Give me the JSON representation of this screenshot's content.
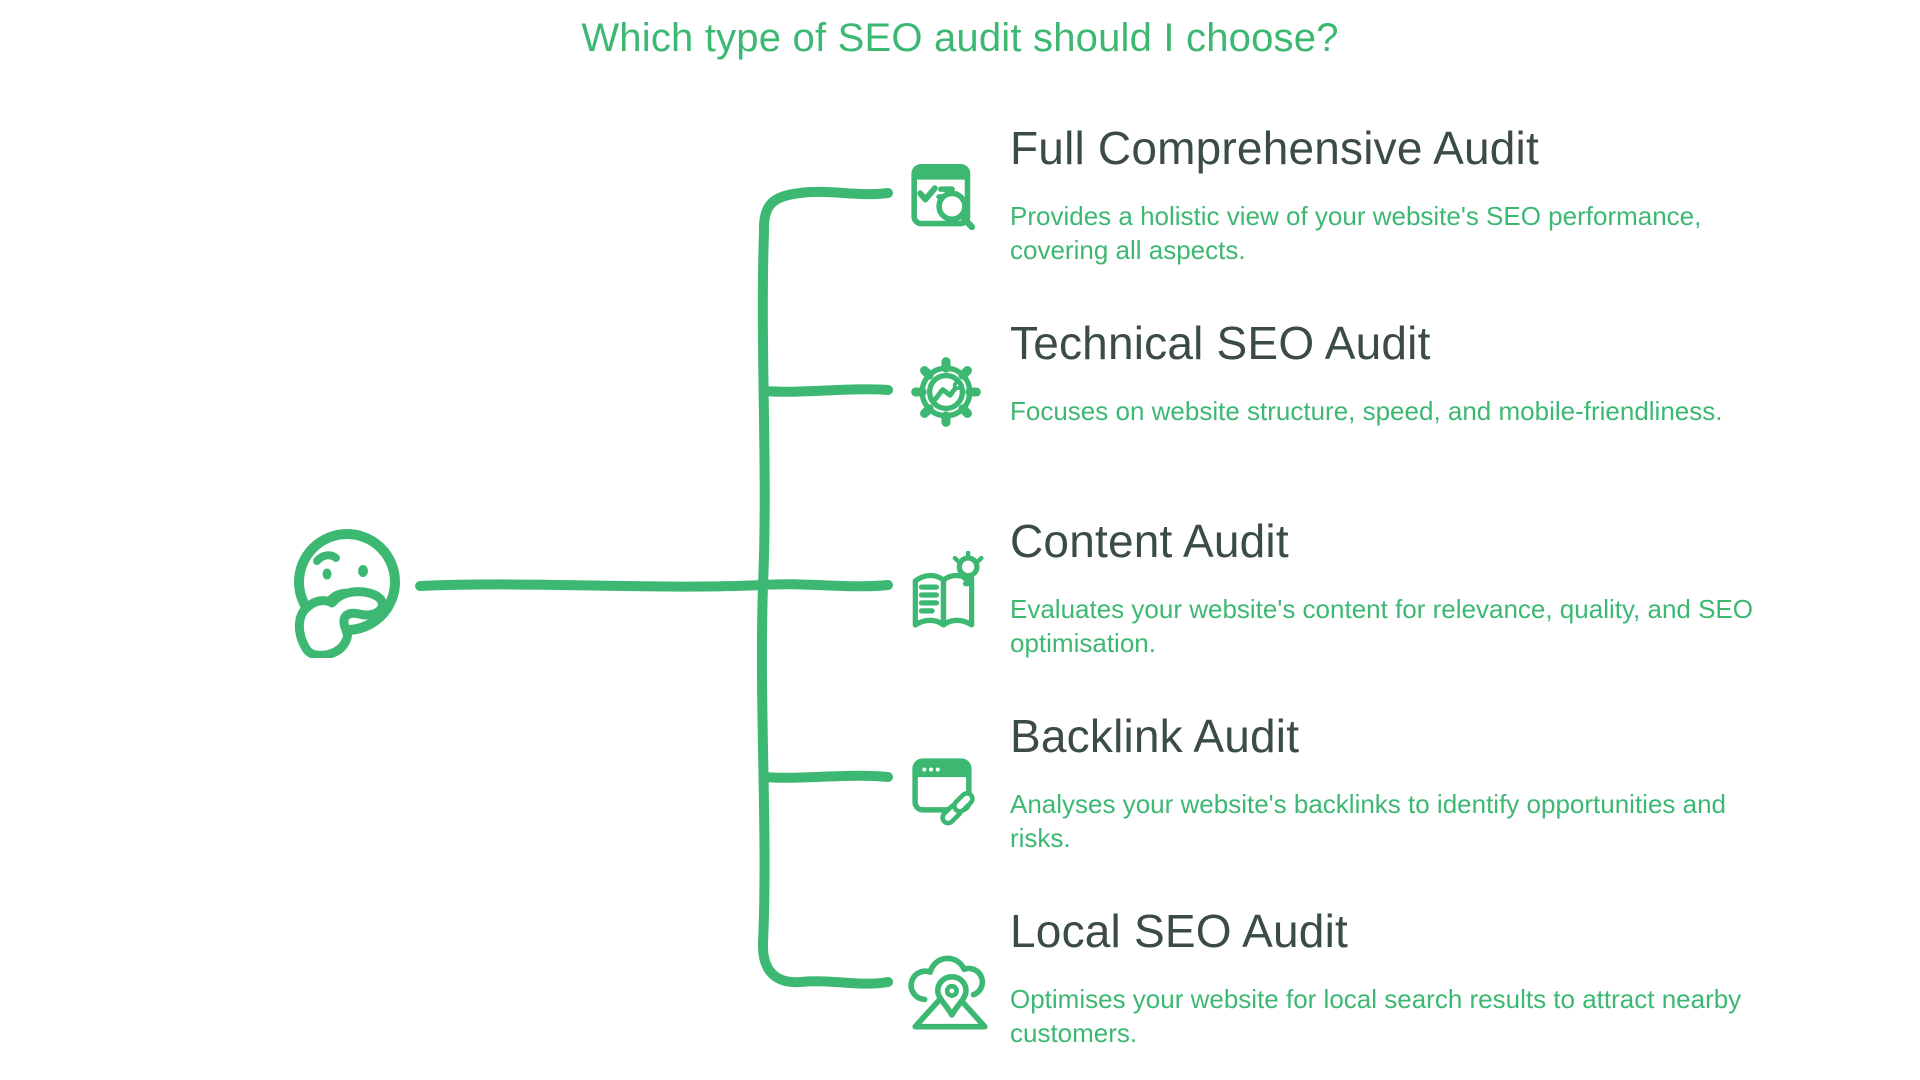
{
  "colors": {
    "green": "#3db873",
    "heading": "#3b4b45",
    "background": "#ffffff"
  },
  "title": "Which type of SEO audit should I choose?",
  "root": {
    "icon": "thinking-face-icon"
  },
  "branches": [
    {
      "icon": "webpage-checklist-magnifier-icon",
      "title": "Full Comprehensive Audit",
      "description": "Provides a holistic view of your website's SEO performance, covering all aspects."
    },
    {
      "icon": "gear-trend-chart-icon",
      "title": "Technical SEO Audit",
      "description": "Focuses on website structure, speed, and mobile-friendliness."
    },
    {
      "icon": "open-book-lightbulb-icon",
      "title": "Content Audit",
      "description": "Evaluates your website's content for relevance, quality, and SEO optimisation."
    },
    {
      "icon": "browser-chain-link-icon",
      "title": "Backlink Audit",
      "description": "Analyses your website's backlinks to identify opportunities and risks."
    },
    {
      "icon": "cloud-location-pin-icon",
      "title": "Local SEO Audit",
      "description": "Optimises your website for local search results to attract nearby customers."
    }
  ]
}
